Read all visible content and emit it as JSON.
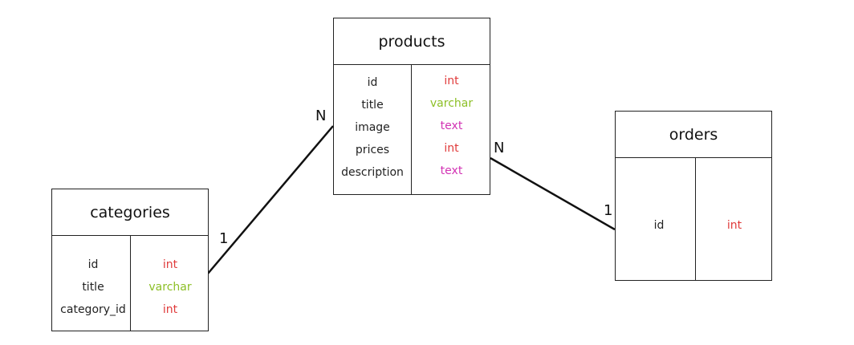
{
  "entities": {
    "products": {
      "title": "products",
      "fields": [
        {
          "name": "id",
          "type": "int"
        },
        {
          "name": "title",
          "type": "varchar"
        },
        {
          "name": "image",
          "type": "text"
        },
        {
          "name": "prices",
          "type": "int"
        },
        {
          "name": "description",
          "type": "text"
        }
      ]
    },
    "categories": {
      "title": "categories",
      "fields": [
        {
          "name": "id",
          "type": "int"
        },
        {
          "name": "title",
          "type": "varchar"
        },
        {
          "name": "category_id",
          "type": "int"
        }
      ]
    },
    "orders": {
      "title": "orders",
      "fields": [
        {
          "name": "id",
          "type": "int"
        }
      ]
    }
  },
  "relationships": [
    {
      "from": "categories",
      "to": "products",
      "from_card": "1",
      "to_card": "N"
    },
    {
      "from": "orders",
      "to": "products",
      "from_card": "1",
      "to_card": "N"
    }
  ],
  "type_colors": {
    "int": "#e03b3b",
    "varchar": "#8cbf26",
    "text": "#d233b4"
  }
}
